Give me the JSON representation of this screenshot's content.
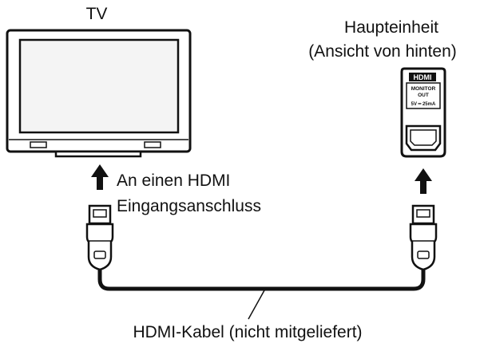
{
  "labels": {
    "tv": "TV",
    "main_unit_line1": "Haupteinheit",
    "main_unit_line2": "(Ansicht von hinten)",
    "input_line1": "An einen HDMI",
    "input_line2": "Eingangsanschluss",
    "cable": "HDMI-Kabel (nicht mitgeliefert)",
    "port_hdmi": "HDMI",
    "port_monitor": "MONITOR",
    "port_out": "OUT",
    "port_power": "5V ━ 25mA"
  },
  "colors": {
    "ink": "#111111",
    "screen": "#f4f4f4",
    "connector_fill": "#ffffff"
  }
}
